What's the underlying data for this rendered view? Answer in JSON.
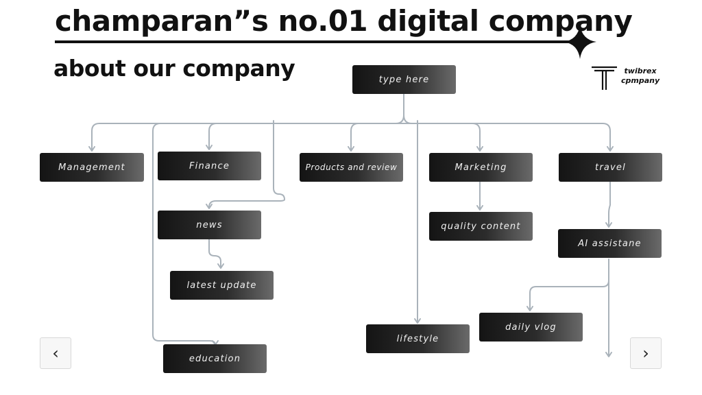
{
  "header": {
    "title": "champaran”s no.01 digital company",
    "subtitle": "about our company"
  },
  "logo": {
    "line1": "twibrex",
    "line2": "cpmpany"
  },
  "diagram": {
    "root": "type here",
    "nodes": {
      "management": "Management",
      "finance": "Finance",
      "products": "Products and review",
      "marketing": "Marketing",
      "travel": "travel",
      "news": "news",
      "latest_update": "latest update",
      "quality_content": "quality content",
      "ai_assistant": "AI assistane",
      "daily_vlog": "daily vlog",
      "lifestyle": "lifestyle",
      "education": "education"
    }
  },
  "nav": {
    "prev_icon": "‹",
    "next_icon": "›"
  },
  "colors": {
    "connector": "#a9b2ba",
    "node_dark": "#141414",
    "node_light": "#6a6a6a"
  }
}
